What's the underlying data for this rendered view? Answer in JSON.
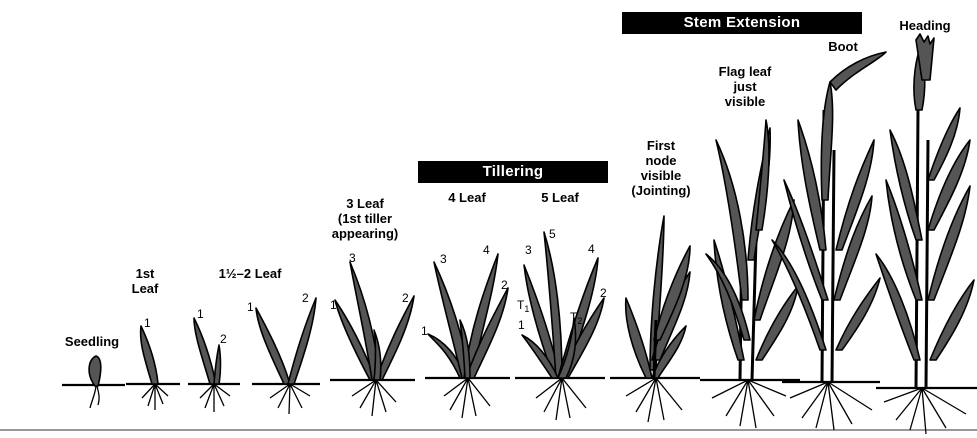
{
  "stage_headers": {
    "stem_extension": "Stem Extension",
    "tillering": "Tillering"
  },
  "stages": {
    "seedling": "Seedling",
    "first_leaf": "1st\nLeaf",
    "one_half_two_leaf": "1½–2 Leaf",
    "three_leaf": "3 Leaf\n(1st tiller\nappearing)",
    "four_leaf": "4 Leaf",
    "five_leaf": "5 Leaf",
    "first_node": "First\nnode\nvisible\n(Jointing)",
    "flag_leaf": "Flag leaf\njust\nvisible",
    "boot": "Boot",
    "heading": "Heading"
  },
  "leaf_numbers": {
    "n1": "1",
    "n2": "2",
    "n3": "3",
    "n4": "4",
    "n5": "5",
    "t": "T",
    "t1_sub": "1",
    "t2_sub": "2"
  },
  "colors": {
    "plant_fill": "#555555",
    "outline": "#000000",
    "band_bg": "#000000",
    "band_text": "#ffffff"
  }
}
